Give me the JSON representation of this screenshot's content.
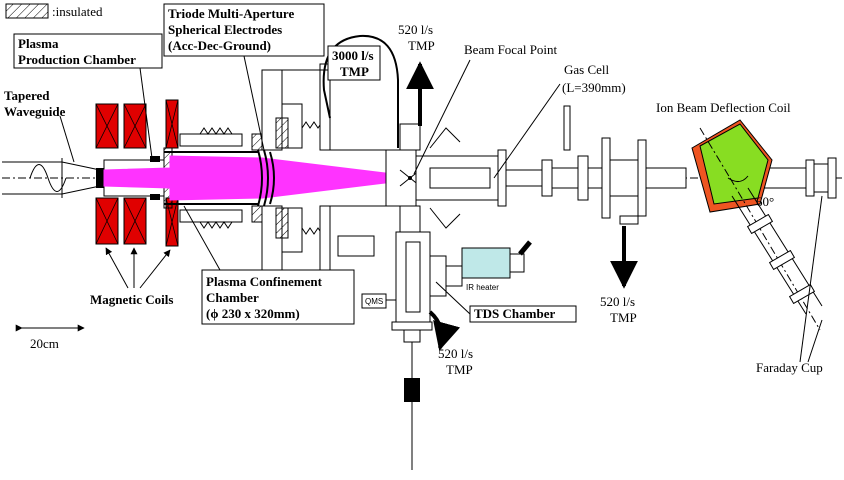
{
  "legend": {
    "insulated_label": ":insulated"
  },
  "labels": {
    "plasma_production_chamber": [
      "Plasma",
      "Production Chamber"
    ],
    "triode_electrodes": [
      "Triode Multi-Aperture",
      "Spherical Electrodes",
      "(Acc-Dec-Ground)"
    ],
    "tapered_waveguide": [
      "Tapered",
      "Waveguide"
    ],
    "tmp_3000": [
      "3000 l/s",
      "TMP"
    ],
    "tmp_top": [
      "520 l/s",
      "TMP"
    ],
    "beam_focal_point": "Beam Focal Point",
    "gas_cell": [
      "Gas Cell",
      "(L=390mm)"
    ],
    "ion_beam_deflection_coil": "Ion Beam Deflection Coil",
    "angle": "60°",
    "magnetic_coils": "Magnetic Coils",
    "plasma_confinement_chamber": [
      "Plasma Confinement",
      "Chamber",
      "(ϕ 230 x 320mm)"
    ],
    "qms": "QMS",
    "ir_heater": "IR heater",
    "tds_chamber": "TDS Chamber",
    "tmp_right": [
      "520 l/s",
      "TMP"
    ],
    "tmp_bottom": [
      "520 l/s",
      "TMP"
    ],
    "faraday_cup": "Faraday Cup",
    "scale_bar": "20cm"
  },
  "colors": {
    "coil_red": "#e00000",
    "plasma_magenta": "#ff33ff",
    "deflection_green": "#88dd22",
    "deflection_orange": "#ee5522",
    "heater_cyan": "#bfe8e8"
  }
}
